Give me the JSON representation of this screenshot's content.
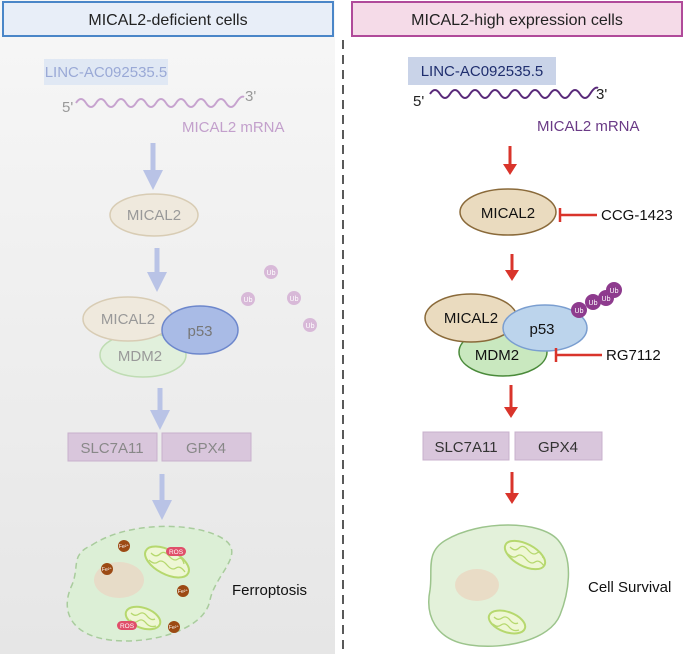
{
  "panels": {
    "left": {
      "header": "MICAL2-deficient cells",
      "lnc": "LINC-AC092535.5",
      "five_prime": "5'",
      "three_prime": "3'",
      "mrna": "MICAL2 mRNA",
      "mical2": "MICAL2",
      "complex_mical2": "MICAL2",
      "p53": "p53",
      "mdm2": "MDM2",
      "ub": [
        "Ub",
        "Ub",
        "Ub",
        "Ub"
      ],
      "slc": "SLC7A11",
      "gpx": "GPX4",
      "ros": [
        "ROS",
        "ROS"
      ],
      "fe": [
        "Fe²⁺",
        "Fe²⁺",
        "Fe²⁺",
        "Fe²⁺"
      ],
      "outcome": "Ferroptosis"
    },
    "right": {
      "header": "MICAL2-high expression cells",
      "lnc": "LINC-AC092535.5",
      "five_prime": "5'",
      "three_prime": "3'",
      "mrna": "MICAL2 mRNA",
      "mical2": "MICAL2",
      "inhibitor1": "CCG-1423",
      "complex_mical2": "MICAL2",
      "p53": "p53",
      "mdm2": "MDM2",
      "ub": [
        "Ub",
        "Ub",
        "Ub",
        "Ub"
      ],
      "inhibitor2": "RG7112",
      "slc": "SLC7A11",
      "gpx": "GPX4",
      "outcome": "Cell Survival"
    }
  },
  "colors": {
    "left_header_border": "#4a86c8",
    "right_header_border": "#b04a9a",
    "right_header_fill": "#f5dbe8",
    "left_arrow": "#b9c3e6",
    "right_arrow": "#d9342b",
    "inhibitor": "#d9342b",
    "ub_purple": "#8e3b8e"
  }
}
